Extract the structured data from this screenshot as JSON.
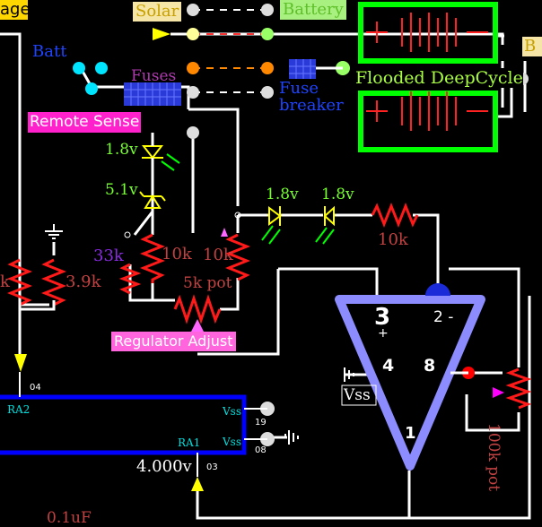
{
  "labels": {
    "top_left_tag": "age",
    "solar": "Solar",
    "battery": "Battery",
    "batt": "Batt",
    "fuses": "Fuses",
    "fuse_breaker_line1": "Fuse",
    "fuse_breaker_line2": "breaker",
    "flooded_deepcycle": "Flooded DeepCycle",
    "b_tag": "B",
    "remote_sense": "Remote Sense",
    "regulator_adjust": "Regulator Adjust",
    "vss_label": "Vss"
  },
  "components": {
    "led1_v": "1.8v",
    "zener_v": "5.1v",
    "led2_v": "1.8v",
    "led3_v": "1.8v",
    "r_10k_top": "10k",
    "r_33k": "33k",
    "r_10k_a": "10k",
    "r_10k_b": "10k",
    "r_5k_pot": "5k pot",
    "r_left_k": "k",
    "r_3_9k": "3.9k",
    "r_100k_pot": "100k pot",
    "cap": "0.1uF"
  },
  "opamp": {
    "pin3": "3",
    "pin_plus": "+",
    "pin2": "2 -",
    "pin4": "4",
    "pin8": "8",
    "pin1": "1"
  },
  "mcu": {
    "ra2": "RA2",
    "ra1": "RA1",
    "vss1": "Vss",
    "vss2": "Vss",
    "pin04": "04",
    "pin19": "19",
    "pin08": "08",
    "pin03": "03",
    "voltage": "4.000v"
  },
  "colors": {
    "wire": "#ffffff",
    "resistor": "#ff1a1a",
    "led": "#ffff00",
    "battery_box": "#00ff00",
    "chip": "#0000ff",
    "opamp": "#8c8cff"
  }
}
